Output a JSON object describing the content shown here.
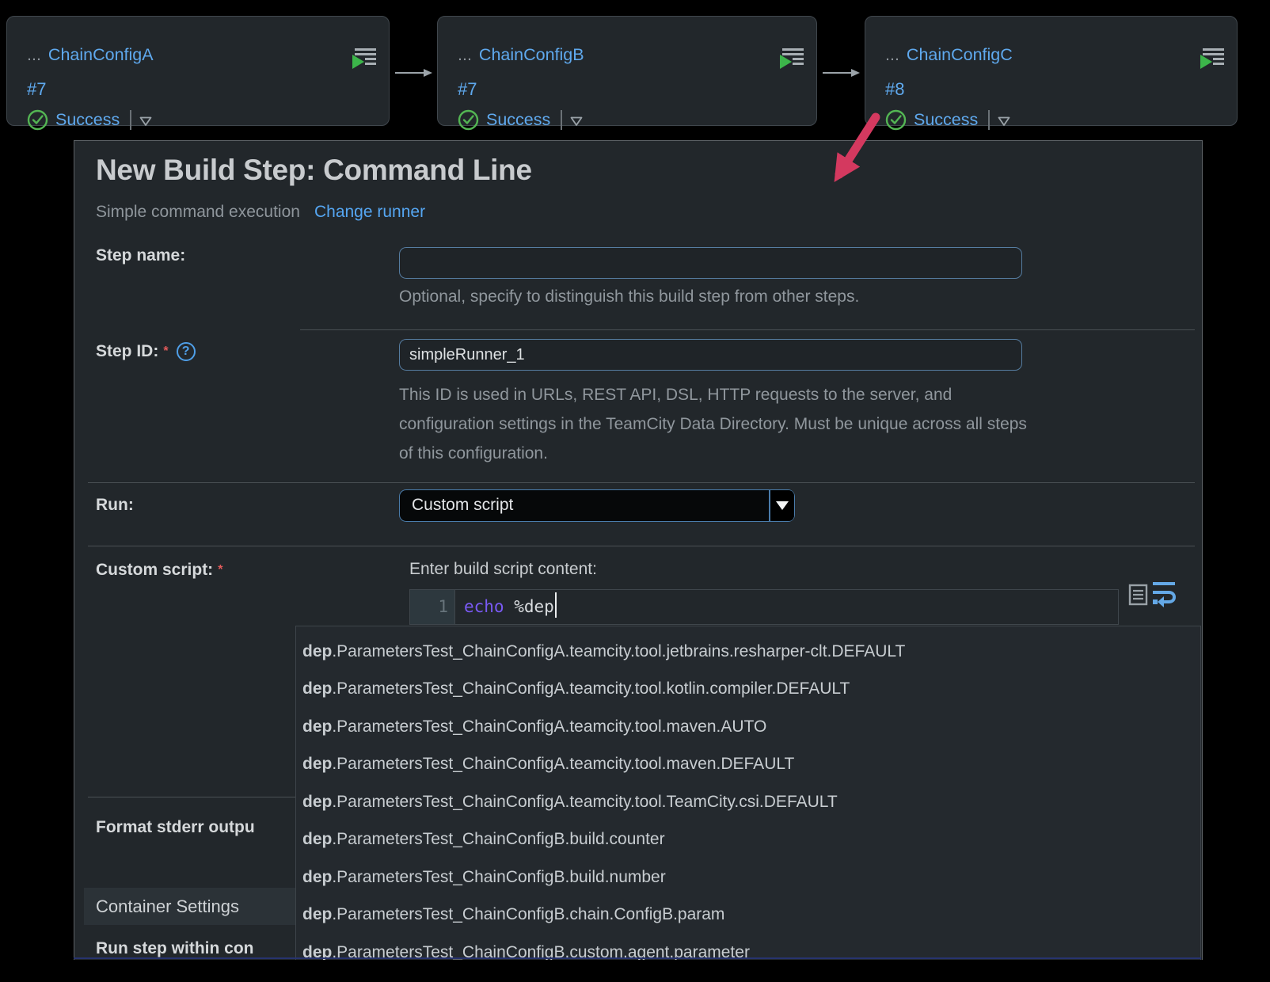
{
  "build_chain": {
    "nodes": [
      {
        "prefix": "...",
        "name": "ChainConfigA",
        "build_number": "#7",
        "status": "Success"
      },
      {
        "prefix": "...",
        "name": "ChainConfigB",
        "build_number": "#7",
        "status": "Success"
      },
      {
        "prefix": "...",
        "name": "ChainConfigC",
        "build_number": "#8",
        "status": "Success"
      }
    ]
  },
  "dialog": {
    "title": "New Build Step: Command Line",
    "subtitle": "Simple command execution",
    "change_runner": "Change runner",
    "step_name": {
      "label": "Step name:",
      "value": "",
      "help": "Optional, specify to distinguish this build step from other steps."
    },
    "step_id": {
      "label": "Step ID:",
      "required": "*",
      "help_icon": "?",
      "value": "simpleRunner_1",
      "help_lines": [
        "This ID is used in URLs, REST API, DSL, HTTP requests to the server, and",
        "configuration settings in the TeamCity Data Directory. Must be unique across all steps",
        "of this configuration."
      ]
    },
    "run": {
      "label": "Run:",
      "value": "Custom script"
    },
    "custom_script": {
      "label": "Custom script:",
      "required": "*",
      "editor_label": "Enter build script content:",
      "line_number": "1",
      "keyword": "echo",
      "argument": "%dep"
    },
    "format_stderr_label": "Format stderr outpu",
    "container_settings_label": "Container Settings",
    "run_within_label": "Run step within con"
  },
  "autocomplete": {
    "items": [
      {
        "bold": "dep",
        "text": ".ParametersTest_ChainConfigA.teamcity.tool.jetbrains.resharper-clt.DEFAULT"
      },
      {
        "bold": "dep",
        "text": ".ParametersTest_ChainConfigA.teamcity.tool.kotlin.compiler.DEFAULT"
      },
      {
        "bold": "dep",
        "text": ".ParametersTest_ChainConfigA.teamcity.tool.maven.AUTO"
      },
      {
        "bold": "dep",
        "text": ".ParametersTest_ChainConfigA.teamcity.tool.maven.DEFAULT"
      },
      {
        "bold": "dep",
        "text": ".ParametersTest_ChainConfigA.teamcity.tool.TeamCity.csi.DEFAULT"
      },
      {
        "bold": "dep",
        "text": ".ParametersTest_ChainConfigB.build.counter"
      },
      {
        "bold": "dep",
        "text": ".ParametersTest_ChainConfigB.build.number"
      },
      {
        "bold": "dep",
        "text": ".ParametersTest_ChainConfigB.chain.ConfigB.param"
      },
      {
        "bold": "dep",
        "text": ".ParametersTest_ChainConfigB.custom.agent.parameter"
      }
    ]
  },
  "colors": {
    "accent_blue": "#5fa9ee",
    "link_blue": "#55a6f2",
    "success_green": "#53b553",
    "keyword_purple": "#7a5af5",
    "arrow_red": "#d4395f",
    "required_red": "#e35b5b",
    "panel_bg": "#22272b"
  }
}
